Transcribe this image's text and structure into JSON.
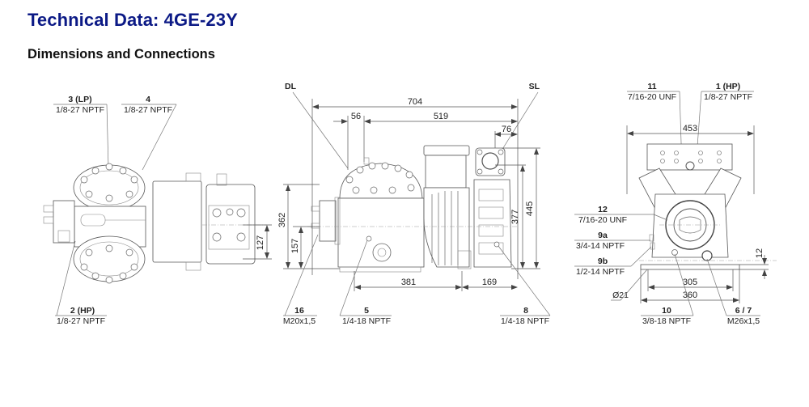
{
  "header": {
    "title": "Technical Data: 4GE-23Y",
    "subtitle": "Dimensions and Connections"
  },
  "colors": {
    "title": "#0c1a86",
    "subtitle": "#111111",
    "drawing_lines": "#555555"
  },
  "views": {
    "top_view": {
      "callouts": [
        {
          "id": "3 (LP)",
          "spec": "1/8-27 NPTF"
        },
        {
          "id": "4",
          "spec": "1/8-27 NPTF"
        },
        {
          "id": "2 (HP)",
          "spec": "1/8-27 NPTF"
        }
      ],
      "dimensions": {
        "d127": "127"
      }
    },
    "side_view": {
      "labels": {
        "dl": "DL",
        "sl": "SL"
      },
      "callouts": [
        {
          "id": "16",
          "spec": "M20x1,5"
        },
        {
          "id": "5",
          "spec": "1/4-18 NPTF"
        },
        {
          "id": "8",
          "spec": "1/4-18 NPTF"
        }
      ],
      "dimensions": {
        "d704": "704",
        "d56": "56",
        "d519": "519",
        "d76": "76",
        "d362": "362",
        "d157": "157",
        "d377": "377",
        "d445": "445",
        "d381": "381",
        "d169": "169"
      }
    },
    "end_view": {
      "callouts": [
        {
          "id": "11",
          "spec": "7/16-20 UNF"
        },
        {
          "id": "1 (HP)",
          "spec": "1/8-27 NPTF"
        },
        {
          "id": "12",
          "spec": "7/16-20 UNF"
        },
        {
          "id": "9a",
          "spec": "3/4-14 NPTF"
        },
        {
          "id": "9b",
          "spec": "1/2-14 NPTF"
        },
        {
          "id": "10",
          "spec": "3/8-18 NPTF"
        },
        {
          "id": "6 / 7",
          "spec": "M26x1,5"
        }
      ],
      "dimensions": {
        "d453": "453",
        "d12": "12",
        "d305": "305",
        "d360": "360",
        "hole": "Ø21"
      }
    }
  }
}
